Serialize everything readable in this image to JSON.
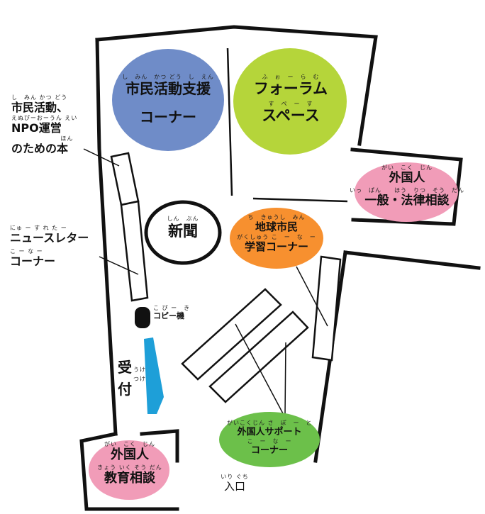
{
  "colors": {
    "citizen_support": "#6f8cc8",
    "forum": "#b5d53a",
    "foreigner_legal": "#f19cb8",
    "global_learning": "#f7902f",
    "foreigner_support": "#6cc04a",
    "foreigner_education": "#f19cb8",
    "reception_counter": "#1e9fd8",
    "copier": "#111111",
    "walls": "#111111"
  },
  "labels": {
    "citizen_support": {
      "ruby": "し　みん　かつ どう　し　えん",
      "line1": "市民活動支援",
      "line2": "コーナー"
    },
    "forum": {
      "ruby1": "ふ　ぉ　ー　ら　む",
      "line1": "フォーラム",
      "ruby2": "す　ぺ　ー　す",
      "line2": "スペース"
    },
    "foreigner_legal": {
      "ruby1": "がい　こく　じん",
      "line1": "外国人",
      "ruby2": "いっ　ぱん　　ほう　りつ　そう　だん",
      "line2": "一般・法律相談"
    },
    "newspaper": {
      "ruby": "しん　ぶん",
      "text": "新聞"
    },
    "global_learning": {
      "ruby1": "ち　きゅうし　みん",
      "line1": "地球市民",
      "ruby2": "がくしゅう こ　ー　な　ー",
      "line2": "学習コーナー"
    },
    "npo_books": {
      "ruby1": "し　みん かつ どう",
      "line1": "市民活動、",
      "ruby2": "えぬぴーおーうん えい",
      "line2": "NPO運営",
      "ruby3": "ほん",
      "line3": "のための本"
    },
    "newsletter": {
      "ruby1": "にゅ ー す れ た ー",
      "line1": "ニュースレター",
      "ruby2": "こ ー な ー",
      "line2": "コーナー"
    },
    "copier": {
      "ruby": "こ ぴ ー　き",
      "text": "コピー機"
    },
    "reception": {
      "ruby1": "うけ",
      "line1": "受",
      "ruby2": "つけ",
      "line2": "付"
    },
    "foreigner_support": {
      "ruby1": "がいこくじん さ　ぽ　ー　と",
      "line1": "外国人サポート",
      "ruby2": "こ　ー　な　ー",
      "line2": "コーナー"
    },
    "foreigner_education": {
      "ruby1": "がい　こく　じん",
      "line1": "外国人",
      "ruby2": "きょう いく そう だん",
      "line2": "教育相談"
    },
    "entrance": {
      "ruby": "いり ぐち",
      "text": "入口"
    }
  }
}
